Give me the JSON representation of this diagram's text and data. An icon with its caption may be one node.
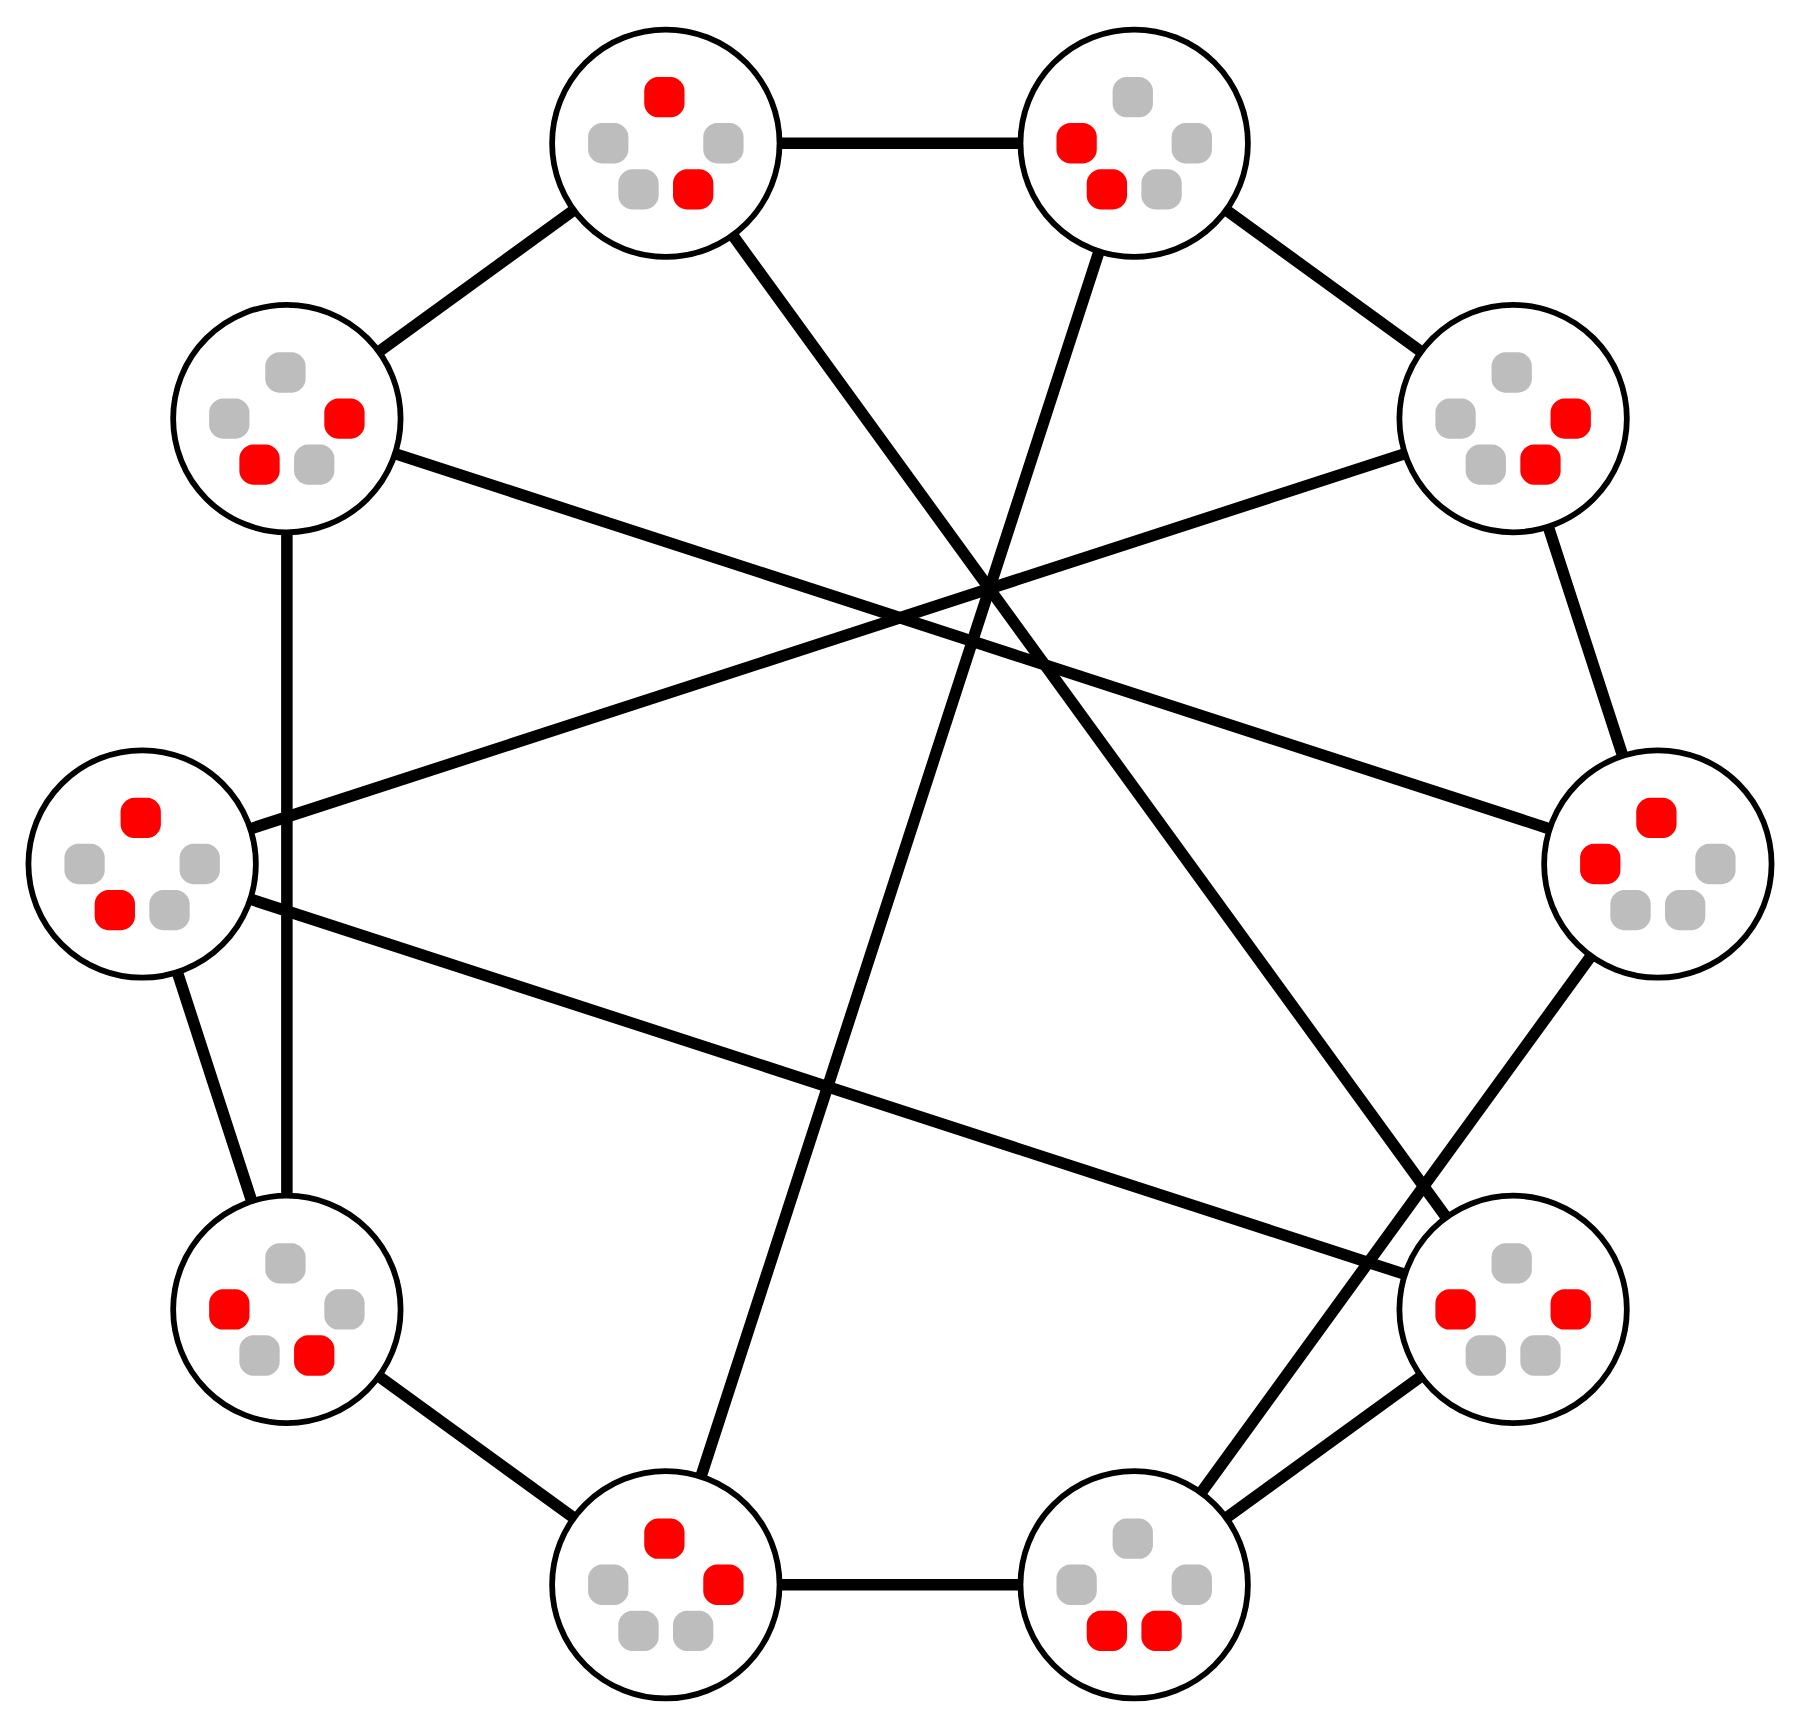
{
  "diagram": {
    "nodes": [
      {
        "text": [],
        "shape": "circle"
      },
      {
        "text": [],
        "shape": "circle"
      },
      {
        "text": [],
        "shape": "circle"
      },
      {
        "text": [],
        "shape": "circle"
      },
      {
        "text": [],
        "shape": "circle"
      },
      {
        "text": [],
        "shape": "circle"
      },
      {
        "text": [],
        "shape": "circle"
      },
      {
        "text": [],
        "shape": "circle"
      },
      {
        "text": [],
        "shape": "circle"
      },
      {
        "text": [],
        "shape": "circle"
      }
    ],
    "edges": [
      {
        "from": 0,
        "to": 1,
        "arrow": "none"
      },
      {
        "from": 0,
        "to": 2,
        "arrow": "none"
      },
      {
        "from": 0,
        "to": 3,
        "arrow": "none"
      },
      {
        "from": 1,
        "to": 4,
        "arrow": "none"
      },
      {
        "from": 1,
        "to": 8,
        "arrow": "none"
      },
      {
        "from": 3,
        "to": 5,
        "arrow": "none"
      },
      {
        "from": 3,
        "to": 9,
        "arrow": "none"
      },
      {
        "from": 2,
        "to": 6,
        "arrow": "none"
      },
      {
        "from": 2,
        "to": 7,
        "arrow": "none"
      },
      {
        "from": 4,
        "to": 5,
        "arrow": "none"
      },
      {
        "from": 4,
        "to": 7,
        "arrow": "none"
      },
      {
        "from": 5,
        "to": 6,
        "arrow": "none"
      },
      {
        "from": 6,
        "to": 8,
        "arrow": "none"
      },
      {
        "from": 7,
        "to": 9,
        "arrow": "none"
      },
      {
        "from": 8,
        "to": 9,
        "arrow": "none"
      }
    ]
  }
}
